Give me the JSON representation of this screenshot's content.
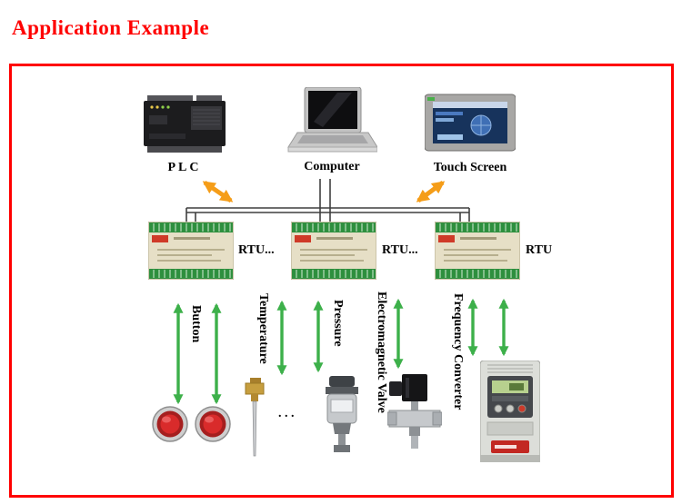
{
  "title": "Application Example",
  "colors": {
    "title_red": "#ff0000",
    "frame_red": "#ff0000",
    "arrow_orange": "#f59d18",
    "arrow_green": "#3db04a",
    "rtu_terminal_green": "#2e8f3e",
    "button_red": "#d92b2b"
  },
  "top_row": {
    "plc": "PLC",
    "computer": "Computer",
    "touch_screen": "Touch Screen"
  },
  "rtu_row": {
    "labels": [
      "RTU...",
      "RTU...",
      "RTU"
    ]
  },
  "field_row": {
    "button": "Button",
    "temperature": "Temperature",
    "pressure": "Pressure",
    "valve": "Electromagnetic Valve",
    "frequency_converter": "Frequency Converter",
    "ellipsis": ". . ."
  }
}
